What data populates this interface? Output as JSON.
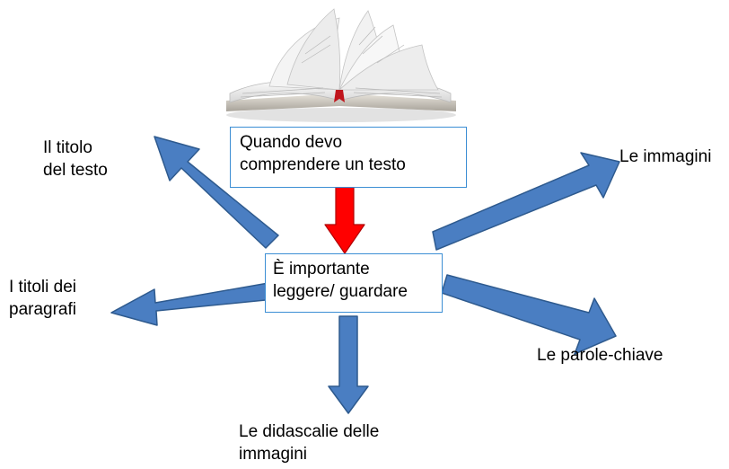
{
  "colors": {
    "arrow_fill": "#4a7ec2",
    "arrow_stroke": "#2e5a8e",
    "center_arrow": "#ff0000",
    "box_border": "#3c8ed4"
  },
  "book_image": {
    "icon": "open-book-icon"
  },
  "top_box": {
    "line1": "Quando devo",
    "line2": "comprendere un testo"
  },
  "center_box": {
    "line1": "È importante",
    "line2": "leggere/ guardare"
  },
  "labels": {
    "titolo": {
      "line1": "Il titolo",
      "line2": "del testo"
    },
    "titoli_paragrafi": {
      "line1": "I titoli dei",
      "line2": "paragrafi"
    },
    "immagini": {
      "line1": "Le immagini"
    },
    "parole_chiave": {
      "line1": "Le parole-chiave"
    },
    "didascalie": {
      "line1": "Le didascalie delle",
      "line2": "immagini"
    }
  }
}
